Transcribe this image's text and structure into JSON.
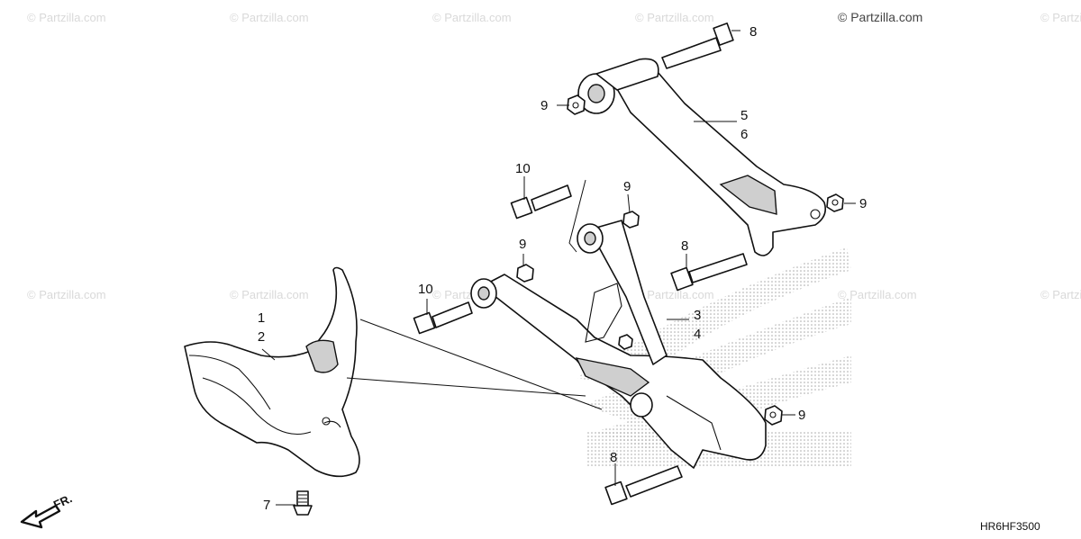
{
  "watermark": "© Partzilla.com",
  "watermark_top_right": "© Partzilla.com",
  "diagram_code": "HR6HF3500",
  "direction_label": "FR.",
  "callouts": {
    "c1": "1",
    "c2": "2",
    "c3": "3",
    "c4": "4",
    "c5": "5",
    "c6": "6",
    "c7": "7",
    "c8_top": "8",
    "c8_mid": "8",
    "c8_bottom": "8",
    "c9_top": "9",
    "c9_upper_mid": "9",
    "c9_right": "9",
    "c9_mid": "9",
    "c9_low_right": "9",
    "c10_top": "10",
    "c10_mid": "10"
  }
}
